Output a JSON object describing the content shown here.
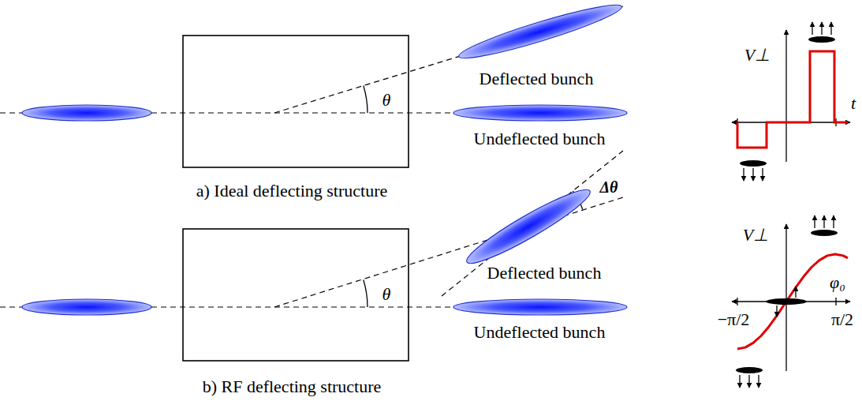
{
  "diagram": {
    "labels": [
      "Deflected bunch",
      "Undeflected bunch",
      "a) Ideal deflecting structure",
      "θ",
      "V⊥",
      "t",
      "Deflected bunch",
      "Undeflected bunch",
      "b) RF deflecting structure",
      "θ",
      "Δθ",
      "V⊥",
      "φ₀",
      "−π/2",
      "π/2"
    ]
  }
}
